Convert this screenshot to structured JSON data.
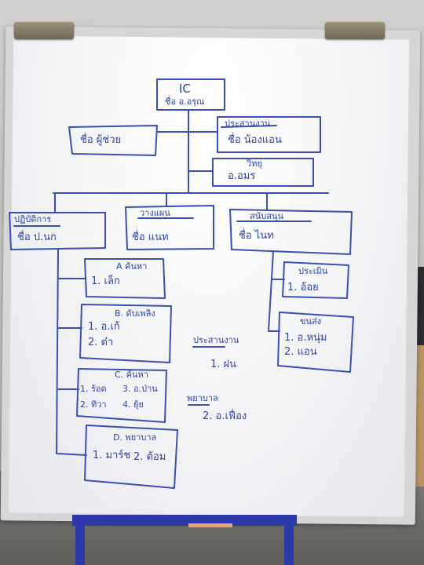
{
  "board": {
    "ic": {
      "title": "IC",
      "name": "ชื่อ อ.อรุณ"
    },
    "left_box": {
      "name": "ชื่อ ผู้ช่วย"
    },
    "right_boxes": [
      {
        "title": "ประสานงาน",
        "name": "ชื่อ น้องแอน"
      },
      {
        "title": "วิทยุ",
        "name": "อ.อมร"
      }
    ],
    "sections": [
      {
        "title": "ปฏิบัติการ",
        "name": "ชื่อ ป.นก"
      },
      {
        "title": "วางแผน",
        "name": "ชื่อ แนท"
      },
      {
        "title": "สนับสนุน",
        "name": "ชื่อ ไนท"
      }
    ],
    "teams_ops": [
      {
        "title": "A ค้นหา",
        "members": [
          "1. เล็ก"
        ]
      },
      {
        "title": "B. ดับเพลิง",
        "members": [
          "1. อ.เก้",
          "2. ต๋า"
        ]
      },
      {
        "title": "C. ค้นหา",
        "members": [
          "1. ร้อด",
          "2. ทิวา",
          "3. อ.ป่าน",
          "4. ยุ้ย"
        ]
      },
      {
        "title": "D. พยาบาล",
        "members": [
          "1. มาร์ช",
          "2. ต้อม"
        ]
      }
    ],
    "teams_support": [
      {
        "title": "ประเมิน",
        "members": [
          "1. อ้อย"
        ]
      },
      {
        "title": "ขนส่ง",
        "members": [
          "1. อ.หนุ่ม",
          "2. แอน"
        ]
      }
    ],
    "notes": [
      {
        "title": "ประสานงาน",
        "line": "1. ฝน"
      },
      {
        "title": "พยาบาล",
        "line": "2. อ.เฟื่อง"
      }
    ]
  }
}
